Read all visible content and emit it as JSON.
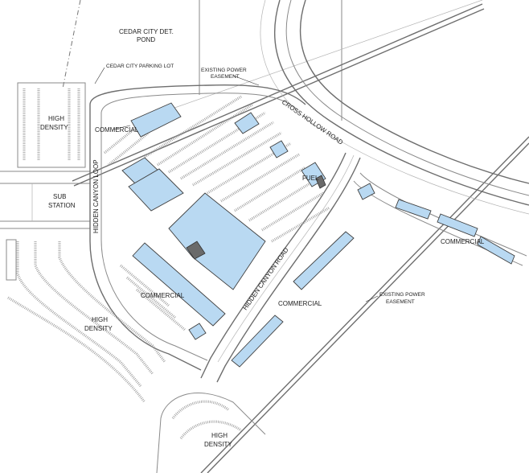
{
  "labels": {
    "cedar_city_det_pond_1": "CEDAR CITY DET.",
    "cedar_city_det_pond_2": "POND",
    "cedar_city_parking_lot": "CEDAR CITY PARKING LOT",
    "existing_power_easement_top_1": "EXISTING POWER",
    "existing_power_easement_top_2": "EASEMENT",
    "cross_hollow_road": "CROSS HOLLOW ROAD",
    "high_density_nw_1": "HIGH",
    "high_density_nw_2": "DENSITY",
    "commercial_nw": "COMMERCIAL",
    "fuel": "FUEL",
    "sub_station_1": "SUB",
    "sub_station_2": "STATION",
    "hidden_canyon_loop": "HIDDEN CANYON LOOP",
    "hidden_canyon_road": "HIDDEN CANYON ROAD",
    "commercial_east": "COMMERCIAL",
    "commercial_center": "COMMERCIAL",
    "commercial_sw": "COMMERCIAL",
    "existing_power_easement_right_1": "EXISTING POWER",
    "existing_power_easement_right_2": "EASEMENT",
    "high_density_sw_1": "HIGH",
    "high_density_sw_2": "DENSITY",
    "high_density_s_1": "HIGH",
    "high_density_s_2": "DENSITY"
  },
  "colors": {
    "building_fill": "#b9d9f2",
    "linework": "#8a8a8a"
  }
}
